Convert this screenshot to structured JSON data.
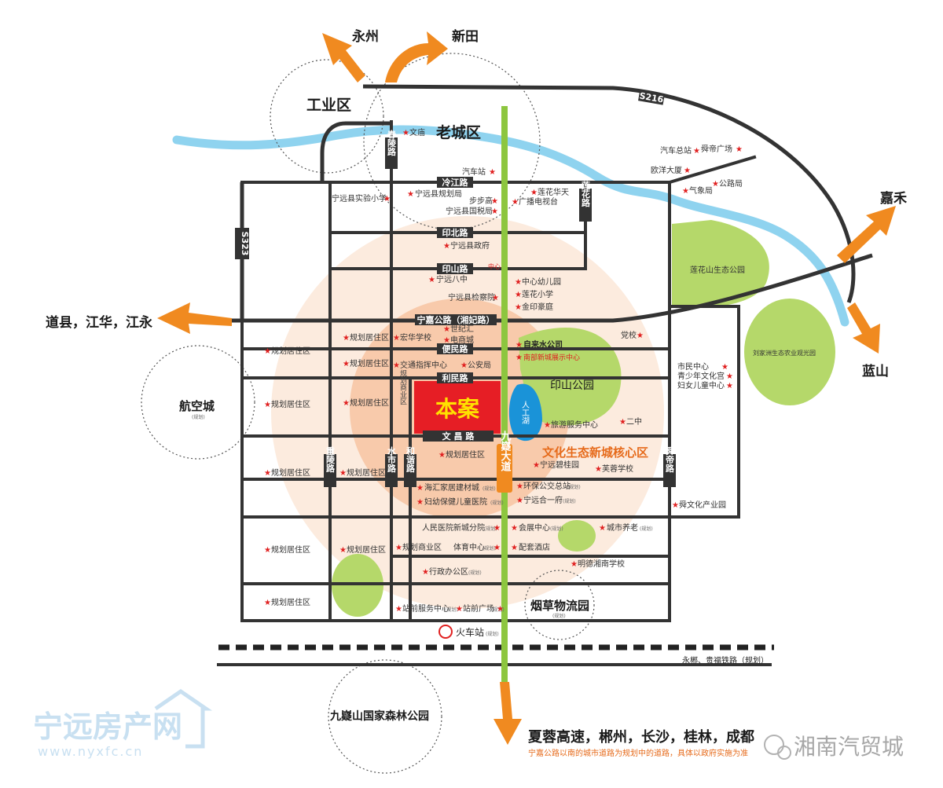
{
  "directions": {
    "yongzhou": "永州",
    "xintian": "新田",
    "jiahe": "嘉禾",
    "lanshan": "蓝山",
    "daoxian": "道县，江华，江永",
    "south": "夏蓉高速，郴州，长沙，桂林，成都"
  },
  "zones": {
    "industrial": "工业区",
    "old_city": "老城区",
    "aviation": "航空城",
    "aviation_note": "(规划)",
    "tobacco": "烟草物流园",
    "tobacco_note": "(规划)",
    "forest_park": "九嶷山国家森林公园",
    "project": "本案",
    "yinshan_park": "印山公园",
    "lake": "人工湖",
    "core_area": "文化生态新城核心区",
    "lianhua_park": "莲花山生态公园",
    "liujiazhou": "刘家洲生态农业观光园"
  },
  "roads": {
    "s216": "S216",
    "s323": "S323",
    "lengjiang": "冷江路",
    "yinbei": "印北路",
    "yinshan": "印山路",
    "ningjia": "宁嘉公路（湘妃路）",
    "bianmin": "便民路",
    "limin": "利民路",
    "wenchang": "文 昌 路",
    "chunling": "春陵路",
    "lianhua": "莲花路",
    "chongling": "重陵路",
    "shuishi": "水市路",
    "hexie": "和谐路",
    "jiuyi": "九嶷大道",
    "shundi": "舜帝路",
    "railway": "永郴、贵福铁路（规划）",
    "planned_commercial": "规划商业区"
  },
  "train_station": "火车站",
  "train_station_note": "(规划)",
  "poi": {
    "wenmiao": "文庙",
    "bus_station": "汽车站",
    "ningyuan_planning": "宁远县规划局",
    "experimental_school": "宁远县实验小学",
    "bubugao": "步步高",
    "tax_bureau": "宁远县国税局",
    "lianhua_huatian": "莲花华天",
    "broadcast_tower": "广播电视台",
    "government": "宁远县政府",
    "ningyuan_8th": "宁远八中",
    "procuratorate": "宁远县检察院",
    "kindergarten": "中心幼儿园",
    "lianhua_primary": "莲花小学",
    "jinyin_haoting": "金印豪庭",
    "central_bus": "汽车总站",
    "shundi_square": "舜帝广场",
    "ouyang_mansion": "欧洋大厦",
    "highway_bureau": "公路局",
    "weather_bureau": "气象局",
    "shijihui": "世纪汇",
    "ecommerce_city": "电商城",
    "honghua_school": "宏华学校",
    "traffic_command": "交通指挥中心",
    "police": "公安局",
    "waterworks": "自来水公司",
    "southern_showroom": "南部新城展示中心",
    "party_school": "党校",
    "civic_center": "市民中心",
    "youth_palace": "青少年文化宫",
    "women_children": "妇女儿童中心",
    "tourism_center": "旅游服务中心",
    "no2_middle": "二中",
    "planned_residence": "规划居住区",
    "biguiyuan": "宁远碧桂园",
    "furong_school": "芙蓉学校",
    "haihui_market": "海汇家居建材城",
    "maternal_hospital": "妇幼保健儿童医院",
    "env_bus": "环保公交总站",
    "heyi_fu": "宁远合一府",
    "shundi_industry": "舜文化产业园",
    "hospital_branch": "人民医院新城分院",
    "convention": "会展中心",
    "elderly_city": "城市养老",
    "commercial_zone": "规划商业区",
    "stadium": "体育中心",
    "hotel": "配套酒店",
    "mingde_school": "明德湘南学校",
    "admin_center": "行政办公区",
    "station_service": "站前服务中心",
    "station_square": "站前广场",
    "planned_note": "(规划)",
    "center_mark": "中心"
  },
  "footer_note": "宁嘉公路以南的城市道路为规划中的道路，具体以政府实施为准",
  "watermark_left": "宁远房产网",
  "watermark_left_url": "www.nyxfc.cn",
  "watermark_right": "湘南汽贸城",
  "colors": {
    "road": "#333333",
    "main_avenue": "#8dc63f",
    "river": "#8fd3ef",
    "project": "#e61e25",
    "orange_arrow": "#f08a20",
    "park": "#b5d86a",
    "lake": "#1a93d8",
    "halo": "#fbe1cc",
    "core_text": "#e66a1a"
  }
}
